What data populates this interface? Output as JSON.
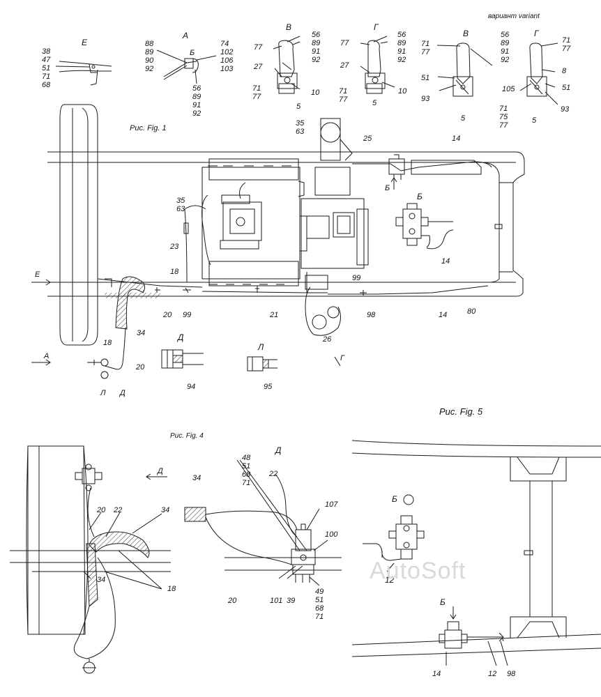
{
  "fig_captions": {
    "fig1": "Рис.\nFig. 1",
    "fig4": "Рис.\nFig. 4",
    "fig5": "Рис.\nFig. 5"
  },
  "view_letters": {
    "E": "Е",
    "A": "А",
    "V1": "В",
    "G1": "Г",
    "V2": "В",
    "G2": "Г",
    "B_main": "Б",
    "B_small": "Б",
    "B_fig5": "Б",
    "B_fig5_bottom": "Б",
    "D1": "Д",
    "L1": "Л",
    "D_under": "Д",
    "L_under": "Л",
    "D_fig4": "Д",
    "D_fig4_title": "Д",
    "A_arrow": "А",
    "E_arrow": "Е",
    "G_arrow": "Г",
    "B_arrow": "Б"
  },
  "variant_label": "вариант\nvariant",
  "callouts": {
    "E_group": "38\n47\n51\n71\n68",
    "A_left": "88\n89\n90\n92",
    "A_right": "74\n102\n106\n103",
    "A_bottom": "56\n89\n91\n92",
    "V1_right": "56\n89\n91\n92",
    "V1_77": "77",
    "V1_27": "27",
    "V1_7177": "71\n77",
    "V1_10": "10",
    "V1_5": "5",
    "G1_77": "77",
    "G1_right": "56\n89\n91\n92",
    "G1_27": "27",
    "G1_7177": "71\n77",
    "G1_10": "10",
    "G1_5": "5",
    "V2_7177": "71\n77",
    "V2_mid": "56\n89\n91\n92",
    "V2_51": "51",
    "V2_93": "93",
    "V2_5": "5",
    "G2_7177": "71\n77",
    "G2_8": "8",
    "G2_105": "105",
    "G2_51": "51",
    "G2_93": "93",
    "G2_717577": "71\n75\n77",
    "G2_5": "5",
    "m_3563a": "35\n63",
    "m_3563b": "35\n63",
    "m_25": "25",
    "m_14a": "14",
    "m_14b": "14",
    "m_14c": "14",
    "m_23": "23",
    "m_18": "18",
    "m_20": "20",
    "m_99a": "99",
    "m_99b": "99",
    "m_21": "21",
    "m_98": "98",
    "m_80": "80",
    "m_26": "26",
    "m_34": "34",
    "m_18b": "18",
    "m_20b": "20",
    "m_94": "94",
    "m_95": "95",
    "f4_34a": "34",
    "f4_34b": "34",
    "f4_34c": "34",
    "f4_20": "20",
    "f4_22": "22",
    "f4_18": "18",
    "f4_22b": "22",
    "f4_group_top": "48\n51\n68\n71",
    "f4_107": "107",
    "f4_100": "100",
    "f4_20b": "20",
    "f4_101": "101",
    "f4_39": "39",
    "f4_group_bot": "49\n51\n68\n71",
    "f5_12a": "12",
    "f5_14": "14",
    "f5_12b": "12",
    "f5_98": "98"
  },
  "watermark": "AutoSoft",
  "colors": {
    "ink": "#1a1a1a",
    "paper": "#ffffff",
    "hatch": "#333333",
    "watermark": "#d9d9d9"
  }
}
